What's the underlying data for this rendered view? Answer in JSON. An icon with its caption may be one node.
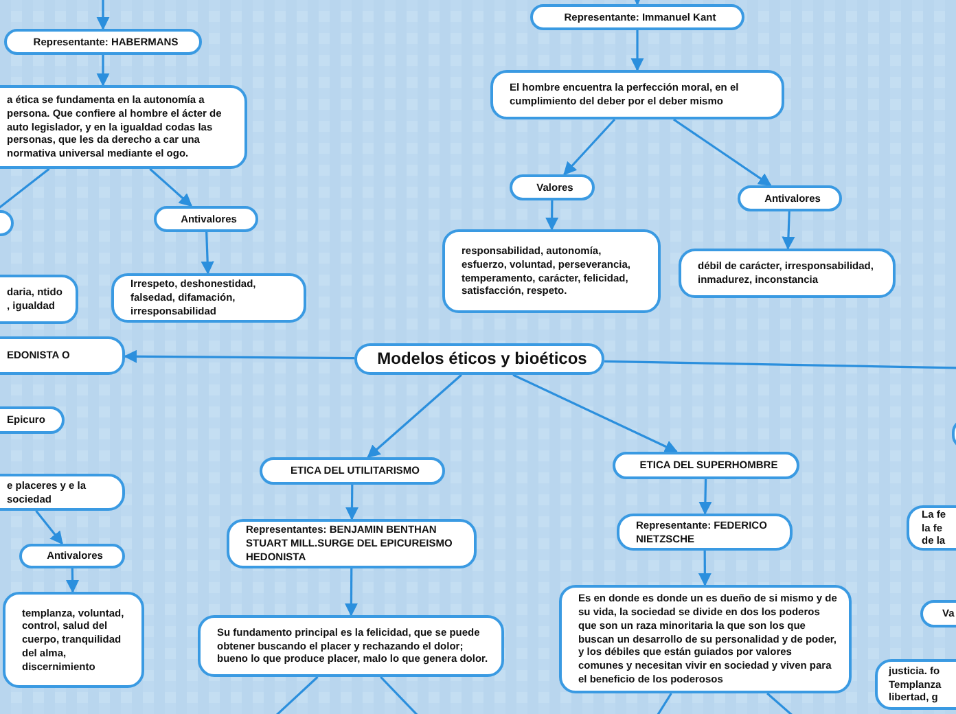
{
  "diagram": {
    "nodes": [
      {
        "text": [
          "Modelos éticos y bioéticos"
        ]
      },
      {
        "text": [
          "Representante: HABERMANS"
        ]
      },
      {
        "text": [
          "a ética se fundamenta en la autonomía a persona. Que confiere al hombre el ácter de auto legislador, y en la igualdad codas las personas, que les da derecho a car una normativa universal mediante el ogo."
        ]
      },
      {
        "text": [],
        "shape": "box"
      },
      {
        "text": [
          "Antivalores"
        ]
      },
      {
        "text": [
          "Irrespeto, deshonestidad, falsedad, difamación, irresponsabilidad"
        ]
      },
      {
        "text": [
          "daria, ntido , igualdad"
        ]
      },
      {
        "text": [
          "EDONISTA O"
        ]
      },
      {
        "text": [
          "Epicuro"
        ]
      },
      {
        "text": [
          "e placeres y e la sociedad"
        ]
      },
      {
        "text": [
          "Antivalores"
        ]
      },
      {
        "text": [
          "templanza, voluntad, control, salud del cuerpo, tranquilidad del alma, discernimiento"
        ]
      },
      {
        "text": [
          "ETICA DEL UTILITARISMO"
        ]
      },
      {
        "text": [
          "Representantes: BENJAMIN BENTHAN STUART MILL.SURGE DEL EPICUREISMO HEDONISTA"
        ]
      },
      {
        "text": [
          "Su fundamento principal es la felicidad, que se puede obtener buscando el placer y rechazando el dolor; bueno lo que produce placer, malo lo que genera dolor."
        ]
      },
      {
        "text": [
          "ETICA DEL SUPERHOMBRE"
        ]
      },
      {
        "text": [
          "Representante: FEDERICO NIETZSCHE"
        ]
      },
      {
        "text": [
          "Es en donde es donde un es dueño de si mismo y de su vida, la sociedad se divide en dos los poderos que son un raza minoritaria la que son los que buscan un desarrollo de su personalidad y de poder, y los débiles que están guiados por valores comunes y necesitan vivir en sociedad y viven para el beneficio de los poderosos"
        ]
      },
      {
        "text": [
          "Representante: Immanuel Kant"
        ]
      },
      {
        "text": [
          "El hombre encuentra la perfección moral, en el cumplimiento del deber por el deber mismo"
        ]
      },
      {
        "text": [
          "Valores"
        ]
      },
      {
        "text": [
          "Antivalores"
        ]
      },
      {
        "text": [
          "responsabilidad, autonomía, esfuerzo, voluntad, perseverancia, temperamento, carácter, felicidad, satisfacción, respeto."
        ]
      },
      {
        "text": [
          "débil de carácter, irresponsabilidad, inmadurez, inconstancia"
        ]
      },
      {
        "text": [],
        "shape": "box"
      },
      {
        "text": [
          "La fe la fe de la"
        ]
      },
      {
        "text": [
          "Va"
        ]
      },
      {
        "text": [
          "justicia. fo Templanza libertad, g"
        ]
      }
    ],
    "edges": [
      {
        "from": null,
        "to": 1,
        "arrow": "to"
      },
      {
        "from": 1,
        "to": 2,
        "arrow": "to"
      },
      {
        "from": 2,
        "to": 3,
        "arrow": "none"
      },
      {
        "from": 2,
        "to": 4,
        "arrow": "to"
      },
      {
        "from": 4,
        "to": 5,
        "arrow": "to"
      },
      {
        "from": 0,
        "to": 7,
        "arrow": "to"
      },
      {
        "from": 9,
        "to": 10,
        "arrow": "to"
      },
      {
        "from": 10,
        "to": 11,
        "arrow": "to"
      },
      {
        "from": 0,
        "to": 12,
        "arrow": "to"
      },
      {
        "from": 12,
        "to": 13,
        "arrow": "to"
      },
      {
        "from": 13,
        "to": 14,
        "arrow": "to"
      },
      {
        "from": 14,
        "to": null,
        "arrow": "none"
      },
      {
        "from": 14,
        "to": null,
        "arrow": "none"
      },
      {
        "from": 0,
        "to": 15,
        "arrow": "to"
      },
      {
        "from": 15,
        "to": 16,
        "arrow": "to"
      },
      {
        "from": 16,
        "to": 17,
        "arrow": "to"
      },
      {
        "from": 17,
        "to": null,
        "arrow": "none"
      },
      {
        "from": 17,
        "to": null,
        "arrow": "none"
      },
      {
        "from": 0,
        "to": null,
        "arrow": "none"
      },
      {
        "from": null,
        "to": 18,
        "arrow": "to"
      },
      {
        "from": 18,
        "to": 19,
        "arrow": "to"
      },
      {
        "from": 19,
        "to": 20,
        "arrow": "to"
      },
      {
        "from": 19,
        "to": 21,
        "arrow": "to"
      },
      {
        "from": 20,
        "to": 22,
        "arrow": "to"
      },
      {
        "from": 21,
        "to": 23,
        "arrow": "to"
      }
    ]
  }
}
